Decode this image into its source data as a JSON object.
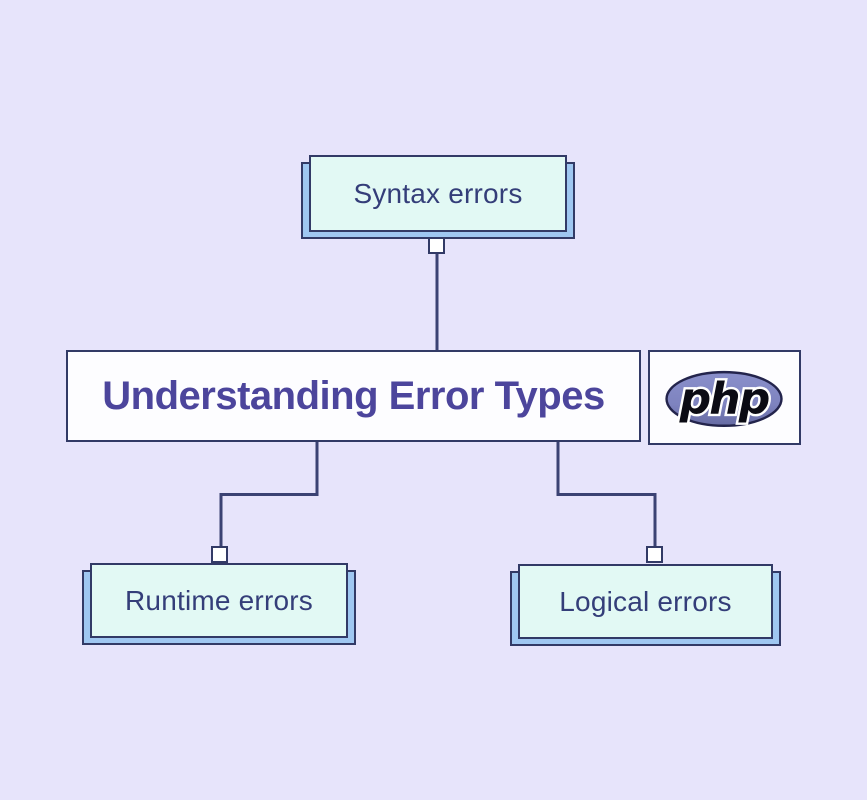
{
  "diagram": {
    "root_label": "Understanding Error Types",
    "logo": {
      "name": "php-logo",
      "text": "php"
    },
    "nodes": [
      {
        "id": "syntax-errors",
        "label": "Syntax errors",
        "position": "top"
      },
      {
        "id": "runtime-errors",
        "label": "Runtime errors",
        "position": "bottom-left"
      },
      {
        "id": "logical-errors",
        "label": "Logical errors",
        "position": "bottom-right"
      }
    ],
    "colors": {
      "background": "#e7e4fb",
      "node_fill": "#e2f9f4",
      "node_shadow": "#9fc7f1",
      "border": "#323a66",
      "line": "#3b4273",
      "root_fill": "#fdfdff",
      "root_text": "#4c459c",
      "node_text": "#343e79",
      "php_purple": "#7e83bf",
      "connector_fill": "#ffffff"
    }
  }
}
